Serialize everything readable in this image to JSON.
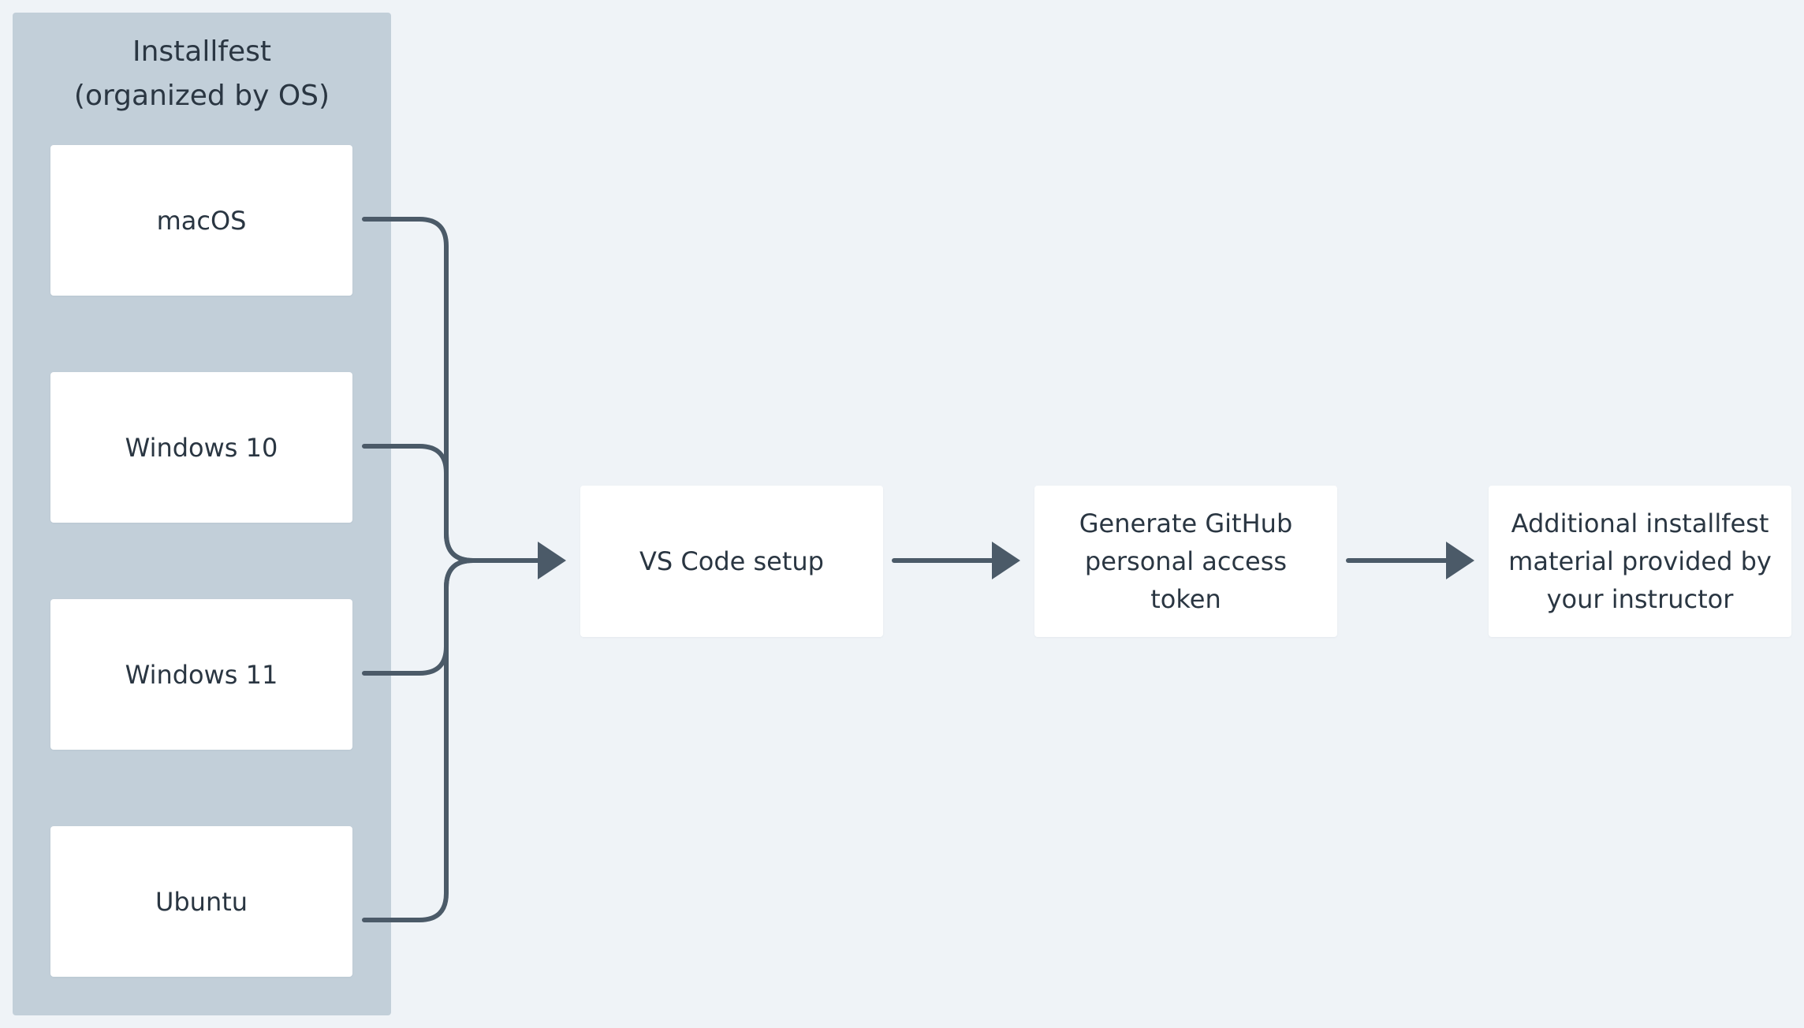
{
  "diagram": {
    "group": {
      "title_line1": "Installfest",
      "title_line2": "(organized by OS)"
    },
    "os_nodes": [
      {
        "label": "macOS"
      },
      {
        "label": "Windows 10"
      },
      {
        "label": "Windows 11"
      },
      {
        "label": "Ubuntu"
      }
    ],
    "steps": {
      "vscode": {
        "label": "VS Code setup"
      },
      "github_token": {
        "line1": "Generate GitHub",
        "line2": "personal access",
        "line3": "token"
      },
      "additional": {
        "line1": "Additional installfest",
        "line2": "material provided by",
        "line3": "your instructor"
      }
    },
    "colors": {
      "background": "#eff3f7",
      "group_fill": "#c2cfd9",
      "node_fill": "#ffffff",
      "connector": "#4b5a68",
      "text": "#2a3642"
    }
  }
}
